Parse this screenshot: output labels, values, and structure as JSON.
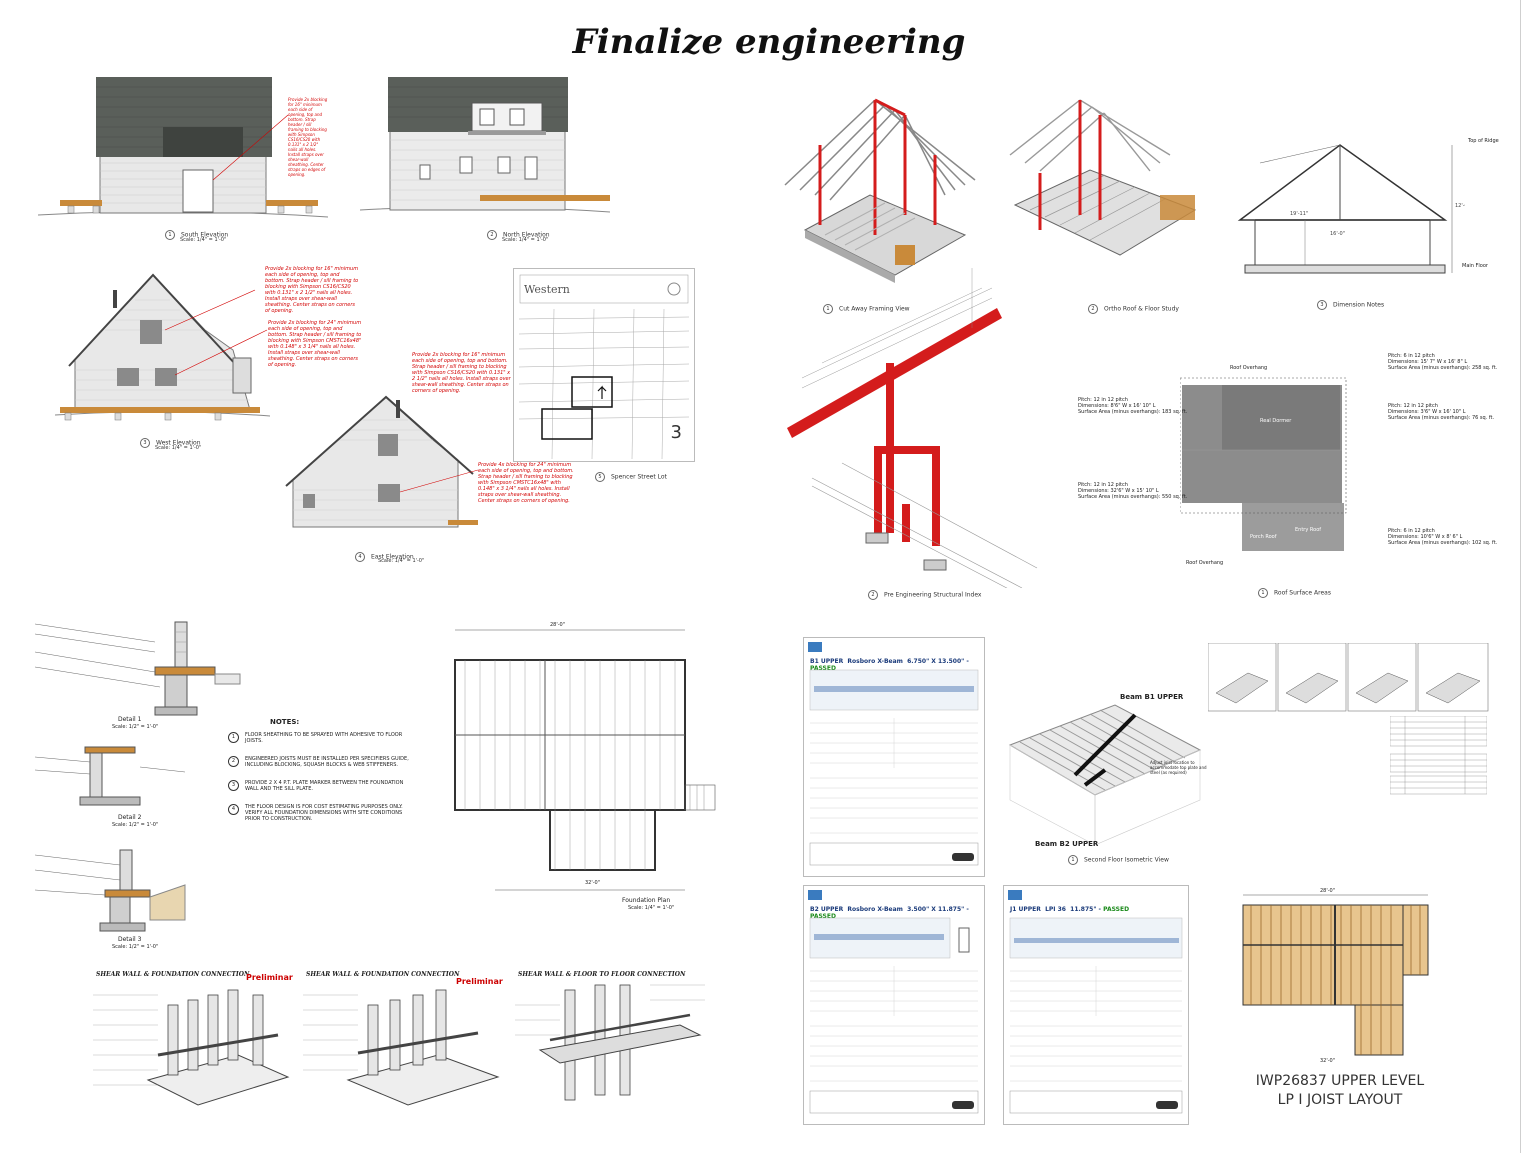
{
  "title": "Finalize engineering",
  "elevations": {
    "south": {
      "name": "South Elevation",
      "scale": "Scale: 1/4\" = 1'-0\""
    },
    "north": {
      "name": "North Elevation",
      "scale": "Scale: 1/4\" = 1'-0\""
    },
    "west": {
      "name": "West Elevation",
      "scale": "Scale: 1/4\" = 1'-0\""
    },
    "east": {
      "name": "East Elevation",
      "scale": "Scale: 1/4\" = 1'-0\""
    },
    "note_south": "Provide 2x blocking for 16\" minimum each side of opening, top and bottom. Strap header / sill framing to blocking with Simpson CS16/CS20 with 0.131\" x 2 1/2\" nails all holes. Install straps over shear-wall sheathing. Center straps on edges of opening.",
    "note_west_1": "Provide 2x blocking for 16\" minimum each side of opening, top and bottom. Strap header / sill framing to blocking with Simpson CS16/CS20 with 0.131\" x 2 1/2\" nails all holes. Install straps over shear-wall sheathing. Center straps on corners of opening.",
    "note_west_2": "Provide 2x blocking for 24\" minimum each side of opening, top and bottom. Strap header / sill framing to blocking with Simpson CMSTC16x48\" with 0.148\" x 3 1/4\" nails all holes. Install straps over shear-wall sheathing. Center straps on corners of opening.",
    "note_east_1": "Provide 2x blocking for 16\" minimum each side of opening, top and bottom. Strap header / sill framing to blocking with Simpson CS16/CS20 with 0.131\" x 2 1/2\" nails all holes. Install straps over shear-wall sheathing. Center straps on corners of opening.",
    "note_east_2": "Provide 4x blocking for 24\" minimum each side of opening, top and bottom. Strap header / sill framing to blocking with Simpson CMSTC16x48\" with 0.148\" x 3 1/4\" nails all holes. Install straps over shear-wall sheathing. Center straps on corners of opening."
  },
  "site_lot": {
    "name": "Spencer Street Lot",
    "company": "Western",
    "sheet_number": "3"
  },
  "framing_views": {
    "cutaway": "Cut Away Framing View",
    "ortho": "Ortho Roof & Floor Study",
    "dimension": "Dimension Notes",
    "pre_eng": "Pre Engineering Structural Index",
    "roof_surface": "Roof Surface Areas",
    "second_floor_iso": "Second Floor Isometric View",
    "top_of_ridge": "Top of Ridge",
    "main_floor": "Main Floor"
  },
  "roof_areas": {
    "roof_overhang": "Roof Overhang",
    "roof_overhang_2": "Roof Overhang",
    "real_dormer": "Real Dormer",
    "entry_roof": "Entry Roof",
    "porch_roof": "Porch Roof",
    "pitch_top": "Pitch: 6 in 12 pitch\nDimensions: 15' 7\" W x 16' 8\" L\nSurface Area (minus overhangs): 258 sq. ft.",
    "pitch_right": "Pitch: 12 in 12 pitch\nDimensions: 3'6\" W x 16' 10\" L\nSurface Area (minus overhangs): 76 sq. ft.",
    "pitch_left": "Pitch: 12 in 12 pitch\nDimensions: 8'6\" W x 16' 10\" L\nSurface Area (minus overhangs): 183 sq. ft.",
    "pitch_mid": "Pitch: 12 in 12 pitch\nDimensions: 32'6\" W x 15' 10\" L\nSurface Area (minus overhangs): 550 sq. ft.",
    "pitch_bottom": "Pitch: 6 in 12 pitch\nDimensions: 10'6\" W x 8' 6\" L\nSurface Area (minus overhangs): 102 sq. ft."
  },
  "details": {
    "detail1": "Detail 1",
    "detail2": "Detail 2",
    "detail3": "Detail 3",
    "scale": "Scale: 1/2\" = 1'-0\"",
    "notes_heading": "NOTES:",
    "notes": [
      "FLOOR SHEATHING TO BE SPRAYED WITH ADHESIVE TO FLOOR JOISTS.",
      "ENGINEERED JOISTS MUST BE INSTALLED PER SPECIFIERS GUIDE, INCLUDING BLOCKING, SQUASH BLOCKS & WEB STIFFENERS.",
      "PROVIDE 2 X 4 P.T. PLATE MARKER BETWEEN THE FOUNDATION WALL AND THE SILL PLATE.",
      "THE FLOOR DESIGN IS FOR COST ESTIMATING PURPOSES ONLY. VERIFY ALL FOUNDATION DIMENSIONS WITH SITE CONDITIONS PRIOR TO CONSTRUCTION."
    ]
  },
  "foundation_plan": {
    "name": "Foundation Plan",
    "scale": "Scale: 1/4\" = 1'-0\"",
    "width_dim": "28'-0\"",
    "bottom_dim": "32'-0\""
  },
  "shear_details": [
    {
      "title": "SHEAR WALL & FOUNDATION CONNECTION",
      "badge": "Preliminary"
    },
    {
      "title": "SHEAR WALL & FOUNDATION CONNECTION",
      "badge": "Preliminary"
    },
    {
      "title": "SHEAR WALL & FLOOR TO FLOOR CONNECTION",
      "badge": ""
    }
  ],
  "beam_sheets": [
    {
      "member": "B1 UPPER",
      "product": "Rosboro X-Beam",
      "size": "6.750\" X 13.500\"",
      "status": "PASSED"
    },
    {
      "member": "B2 UPPER",
      "product": "Rosboro X-Beam",
      "size": "3.500\" X 11.875\"",
      "status": "PASSED"
    },
    {
      "member": "J1 UPPER",
      "product": "LPI 36",
      "size": "11.875\"",
      "status": "PASSED"
    }
  ],
  "beam_labels": {
    "b1": "Beam B1 UPPER",
    "b2": "Beam B2 UPPER",
    "callout": "Adjust joist location to accommodate top plate and steel (as required)"
  },
  "joist_layout": {
    "line1": "IWP26837 UPPER LEVEL",
    "line2": "LP I JOIST LAYOUT",
    "top_dim": "28'-0\"",
    "bottom_dim": "32'-0\""
  }
}
